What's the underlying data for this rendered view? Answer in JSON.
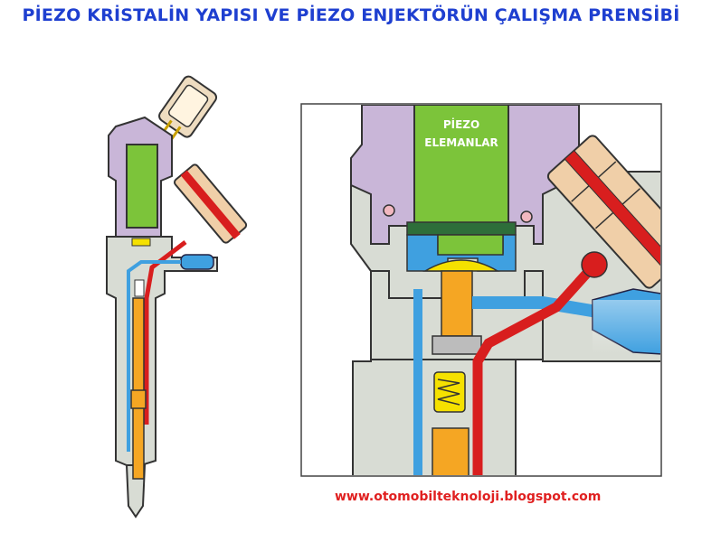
{
  "title": "PİEZO KRİSTALİN YAPISI VE PİEZO ENJEKTÖRÜN ÇALIŞMA PRENSİBİ",
  "detail_view": {
    "label_line1": "PİEZO",
    "label_line2": "ELEMANLAR"
  },
  "footer": {
    "url": "www.otomobilteknoloji.blogspot.com"
  },
  "colors": {
    "title": "#1e3fd0",
    "footer": "#e02020",
    "piezo_element": "#7cc43a",
    "body_purple": "#c9b6d8",
    "body_grey": "#d8dcd4",
    "fuel_high_pressure": "#d81e1e",
    "fuel_return": "#3fa0e0",
    "needle_orange": "#f5a623",
    "connector_tan": "#f0cfa8"
  },
  "icons": [
    "injector-cutaway-icon",
    "connector-plug-icon"
  ]
}
